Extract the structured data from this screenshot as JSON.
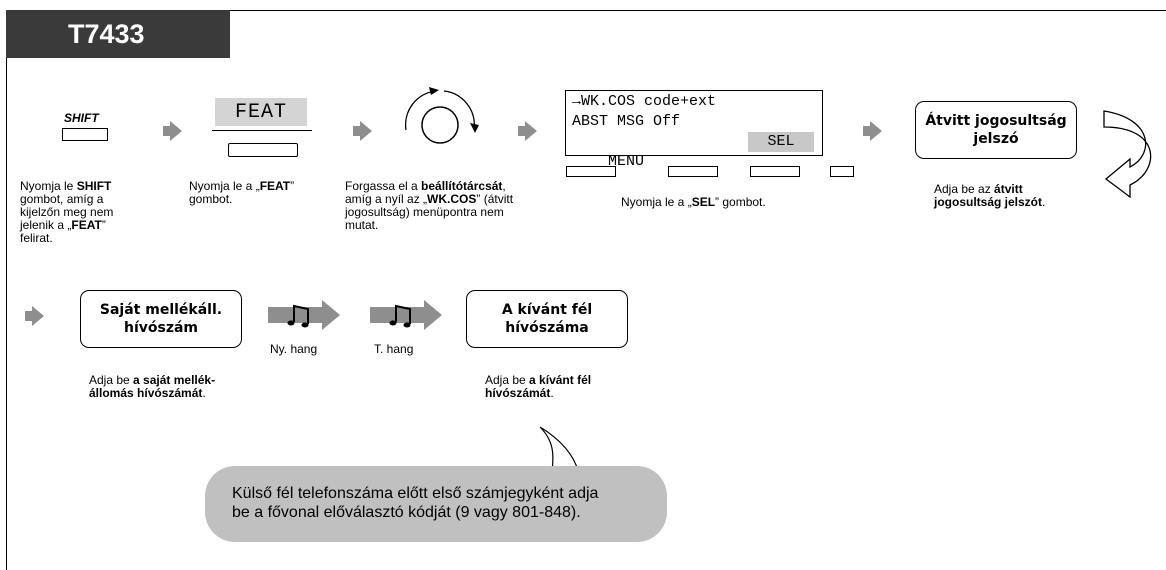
{
  "header": {
    "model": "T7433"
  },
  "step1": {
    "key_label": "SHIFT",
    "caption": [
      [
        "Nyomja le ",
        "SHIFT"
      ],
      [
        "gombot, amíg a"
      ],
      [
        "kijelzőn meg nem"
      ],
      [
        "jelenik a „",
        "FEAT",
        "”"
      ],
      [
        "felirat."
      ]
    ]
  },
  "step2": {
    "display_text": "FEAT",
    "caption": [
      [
        "Nyomja le a „",
        "FEAT",
        "”"
      ],
      [
        "gombot."
      ]
    ]
  },
  "step3": {
    "caption": [
      [
        "Forgassa el a ",
        "beállítótárcsát",
        ","
      ],
      [
        "amíg a nyíl az „",
        "WK.COS",
        "” (átvitt"
      ],
      [
        "jogosultság) menüpontra nem"
      ],
      [
        "mutat."
      ]
    ]
  },
  "step4": {
    "lcd_line1": "→WK.COS code+ext",
    "lcd_line2": "ABST MSG Off",
    "lcd_line3_left": "MENU",
    "lcd_line3_right": "SEL",
    "caption_pre": "Nyomja le a „",
    "caption_bold": "SEL",
    "caption_post": "” gombot."
  },
  "step5": {
    "box_line1": "Átvitt jogosultság",
    "box_line2": "jelszó",
    "caption": [
      [
        "Adja be az ",
        "átvitt"
      ],
      [
        "",
        "jogosultság jelszót",
        "."
      ]
    ]
  },
  "step6": {
    "box_line1": "Saját mellékáll.",
    "box_line2": "hívószám",
    "caption": [
      [
        "Adja be ",
        "a saját mellék-"
      ],
      [
        "",
        "állomás hívószámát",
        "."
      ]
    ]
  },
  "tones": {
    "first_label": "Ny. hang",
    "second_label": "T. hang"
  },
  "step7": {
    "box_line1": "A kívánt fél",
    "box_line2": "hívószáma",
    "caption": [
      [
        "Adja be ",
        "a kívánt fél"
      ],
      [
        "",
        "hívószámát",
        "."
      ]
    ]
  },
  "note": {
    "line1": "Külső fél telefonszáma előtt első számjegyként adja",
    "line2": "be a fővonal előválasztó kódját (9 vagy 801-848)."
  }
}
